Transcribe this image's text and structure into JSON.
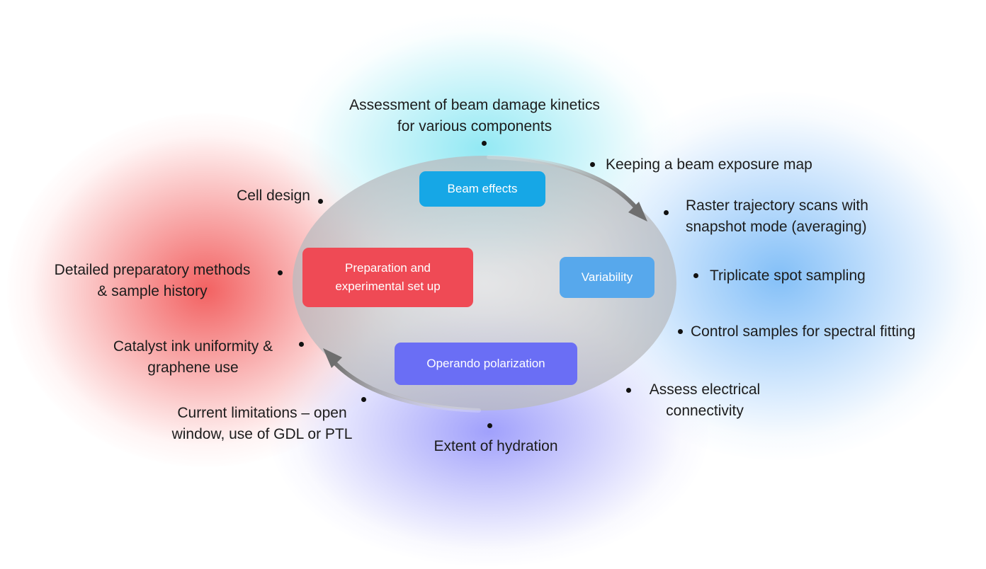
{
  "boxes": {
    "beam_effects": "Beam effects",
    "preparation": [
      "Preparation and",
      "experimental set up"
    ],
    "variability": "Variability",
    "operando": "Operando polarization"
  },
  "labels": {
    "beam_damage": [
      "Assessment of beam damage kinetics",
      "for various components"
    ],
    "exposure_map": "Keeping a beam exposure map",
    "raster": [
      "Raster trajectory scans with",
      "snapshot mode (averaging)"
    ],
    "triplicate": "Triplicate spot sampling",
    "control": "Control samples for spectral fitting",
    "electrical": [
      "Assess electrical",
      "connectivity"
    ],
    "hydration": "Extent of hydration",
    "current_limitations": [
      "Current limitations – open",
      "window, use of GDL or PTL"
    ],
    "catalyst": [
      "Catalyst ink uniformity &",
      "graphene use"
    ],
    "preparatory": [
      "Detailed preparatory methods",
      "& sample history"
    ],
    "cell_design": "Cell design"
  },
  "colors": {
    "beam_effects": "#16a7e6",
    "preparation": "#ef4a55",
    "variability": "#57a8ec",
    "operando": "#6a6ef5",
    "ellipse": "#c7c9cc"
  }
}
